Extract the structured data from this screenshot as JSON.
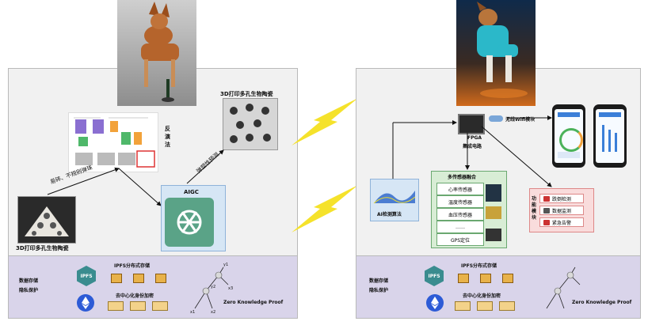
{
  "left": {
    "ceramic_top_label": "3D打印多孔生物陶瓷",
    "ceramic_bottom_label": "3D打印多孔生物陶瓷",
    "inverse_label_chars": [
      "反",
      "演",
      "法"
    ],
    "edge_label_1": "易碎、不规则弹珠",
    "edge_label_2": "弹塑性预测",
    "aigc_label": "AIGC",
    "storage_title_lines": [
      "数据存储",
      "隐私保护"
    ],
    "ipfs_icon_text": "IPFS",
    "ipfs_label": "IPFS分布式存储",
    "identity_label": "去中心化身份加密",
    "zk_label": "Zero Knowledge Proof",
    "tree_nodes": [
      "y1",
      "y2",
      "x1",
      "x2",
      "x3"
    ]
  },
  "right": {
    "wifi_label": "无线Wifi模块",
    "fpga_lines": [
      "FPGA",
      "集成电路"
    ],
    "fusion_title": "多传感器融合",
    "sensors": [
      "心率传感器",
      "温度传感器",
      "血压传感器",
      "……",
      "GPS定位"
    ],
    "ai_label": "AI检测算法",
    "function_title_chars": [
      "功",
      "能",
      "模",
      "块"
    ],
    "functions": [
      "跌倒检测",
      "数据监测",
      "紧急告警"
    ],
    "storage_title_lines": [
      "数据存储",
      "隐私保护"
    ],
    "ipfs_icon_text": "IPFS",
    "ipfs_label": "IPFS分布式存储",
    "identity_label": "去中心化身份加密",
    "zk_label": "Zero Knowledge Proof"
  },
  "colors": {
    "panel_bg": "#f1f1f1",
    "storage_bg": "#d9d4ea",
    "aigc_bg": "#d6e6f5",
    "sensor_bg": "#d8edd5",
    "function_bg": "#f9dcdc",
    "lightning": "#f5e22b"
  }
}
